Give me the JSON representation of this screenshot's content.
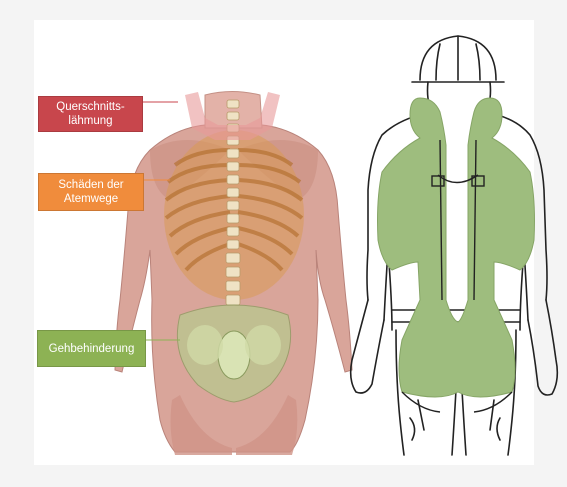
{
  "labels": {
    "spinal": {
      "text": "Querschnitts-\nlähmung",
      "line1": "Querschnitts-",
      "line2": "lähmung",
      "color": "#c8464c"
    },
    "respiratory": {
      "text": "Schäden der\nAtemwege",
      "line1": "Schäden der",
      "line2": "Atemwege",
      "color": "#f08c3c"
    },
    "walking": {
      "text": "Gehbehinderung",
      "color": "#8db254"
    }
  },
  "colors": {
    "background": "#f4f4f4",
    "card": "#ffffff",
    "body_skin": "#d9a59a",
    "ribs_tint": "#d99a55",
    "pelvis_tint": "#b8c88e",
    "padding_area": "#9ebd7e",
    "outline": "#222222"
  },
  "icons": [
    "anatomy-back-illustration",
    "worker-harness-illustration",
    "hard-hat-icon"
  ]
}
